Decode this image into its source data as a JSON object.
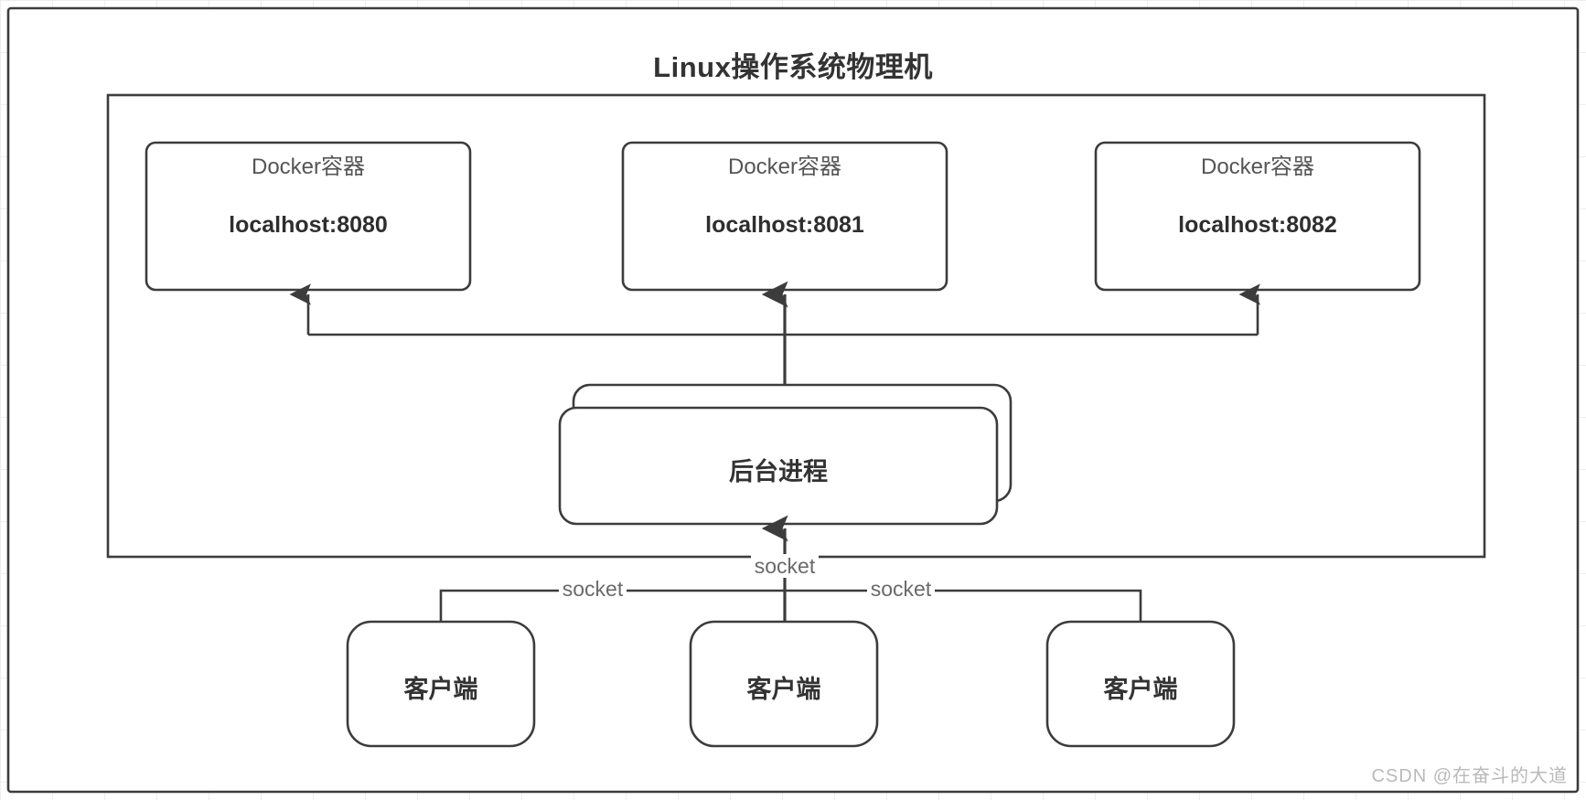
{
  "diagram": {
    "title": "Linux操作系统物理机",
    "host_box": {
      "label": "Linux操作系统物理机"
    },
    "containers": [
      {
        "caption": "Docker容器",
        "host": "localhost:8080"
      },
      {
        "caption": "Docker容器",
        "host": "localhost:8081"
      },
      {
        "caption": "Docker容器",
        "host": "localhost:8082"
      }
    ],
    "process": {
      "label": "后台进程"
    },
    "clients": [
      {
        "label": "客户端"
      },
      {
        "label": "客户端"
      },
      {
        "label": "客户端"
      }
    ],
    "edges": [
      {
        "label": "socket",
        "from": "client-left",
        "to": "process"
      },
      {
        "label": "socket",
        "from": "client-center",
        "to": "process"
      },
      {
        "label": "socket",
        "from": "client-right",
        "to": "process"
      }
    ],
    "colors": {
      "stroke": "#3c3c3c",
      "text": "#333333",
      "muted_text": "#6a6a6a",
      "background": "#ffffff",
      "grid": "#e0e0e0"
    }
  },
  "watermark": {
    "text": "CSDN @在奋斗的大道"
  }
}
